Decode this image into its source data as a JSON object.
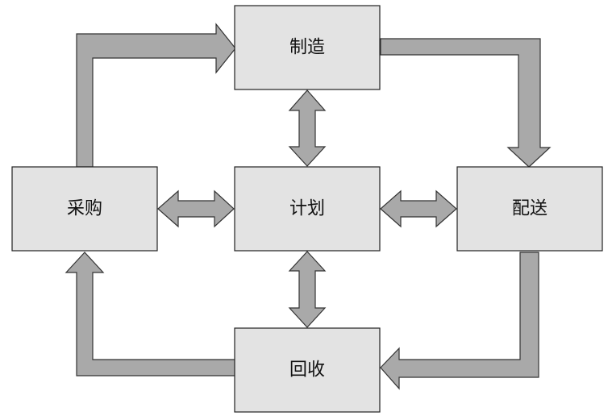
{
  "diagram": {
    "nodes": {
      "manufacturing": "制造",
      "procurement": "采购",
      "planning": "计划",
      "delivery": "配送",
      "returns": "回收"
    }
  },
  "colors": {
    "box_fill": "#e3e3e3",
    "arrow_fill": "#a9a9a9",
    "stroke": "#222222"
  }
}
